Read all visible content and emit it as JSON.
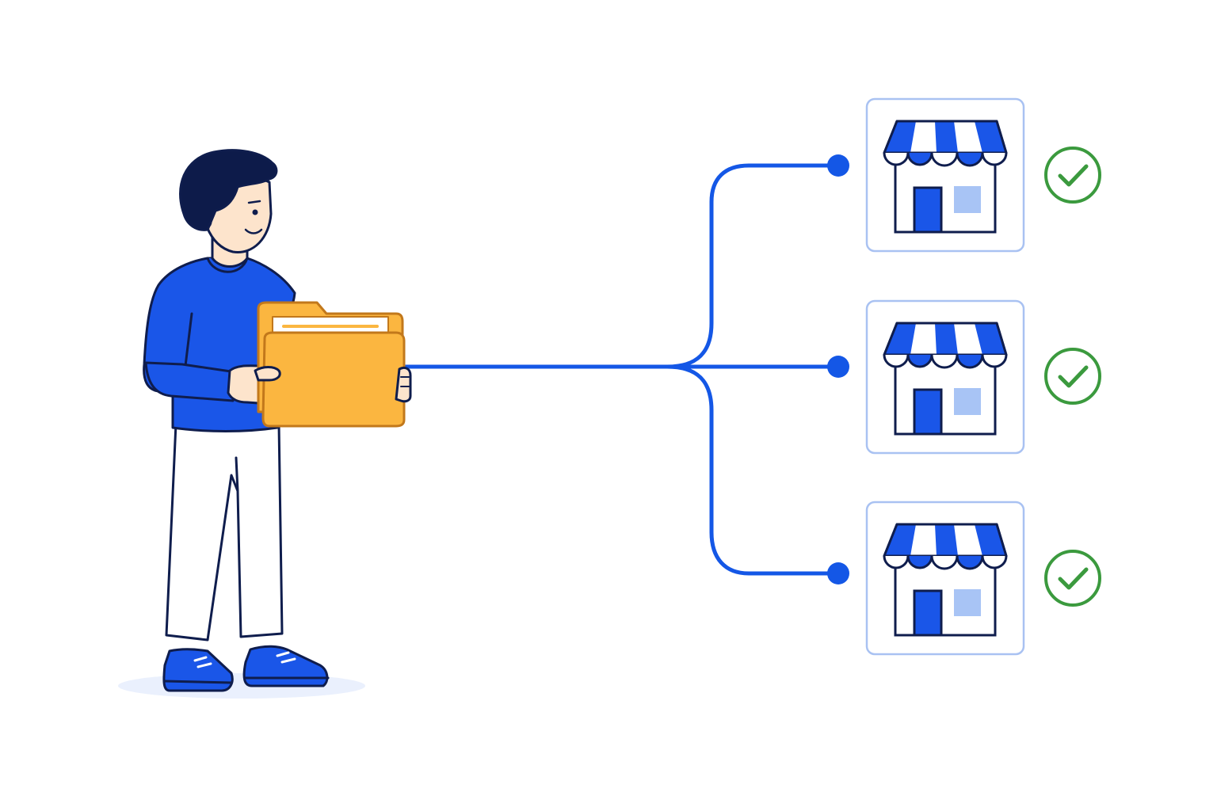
{
  "colors": {
    "background": "#ffffff",
    "line_blue": "#1457e6",
    "shirt_blue": "#1a56e8",
    "outline_navy": "#0f1d4d",
    "hair_navy": "#0d1b4a",
    "skin": "#fde4cc",
    "folder_orange": "#fbb640",
    "folder_outline": "#c2781b",
    "store_card_border": "#a9c2f2",
    "store_light_blue": "#a8c4f5",
    "check_green": "#3b9a3e",
    "shadow": "#eaf0fd"
  },
  "person": {
    "icon": "person-holding-folder",
    "folder_icon": "folder-icon"
  },
  "connector": {
    "icon": "branching-connector",
    "branch_count": 3
  },
  "stores": [
    {
      "icon": "store-icon",
      "status_icon": "check-circle-icon",
      "status": "done"
    },
    {
      "icon": "store-icon",
      "status_icon": "check-circle-icon",
      "status": "done"
    },
    {
      "icon": "store-icon",
      "status_icon": "check-circle-icon",
      "status": "done"
    }
  ]
}
